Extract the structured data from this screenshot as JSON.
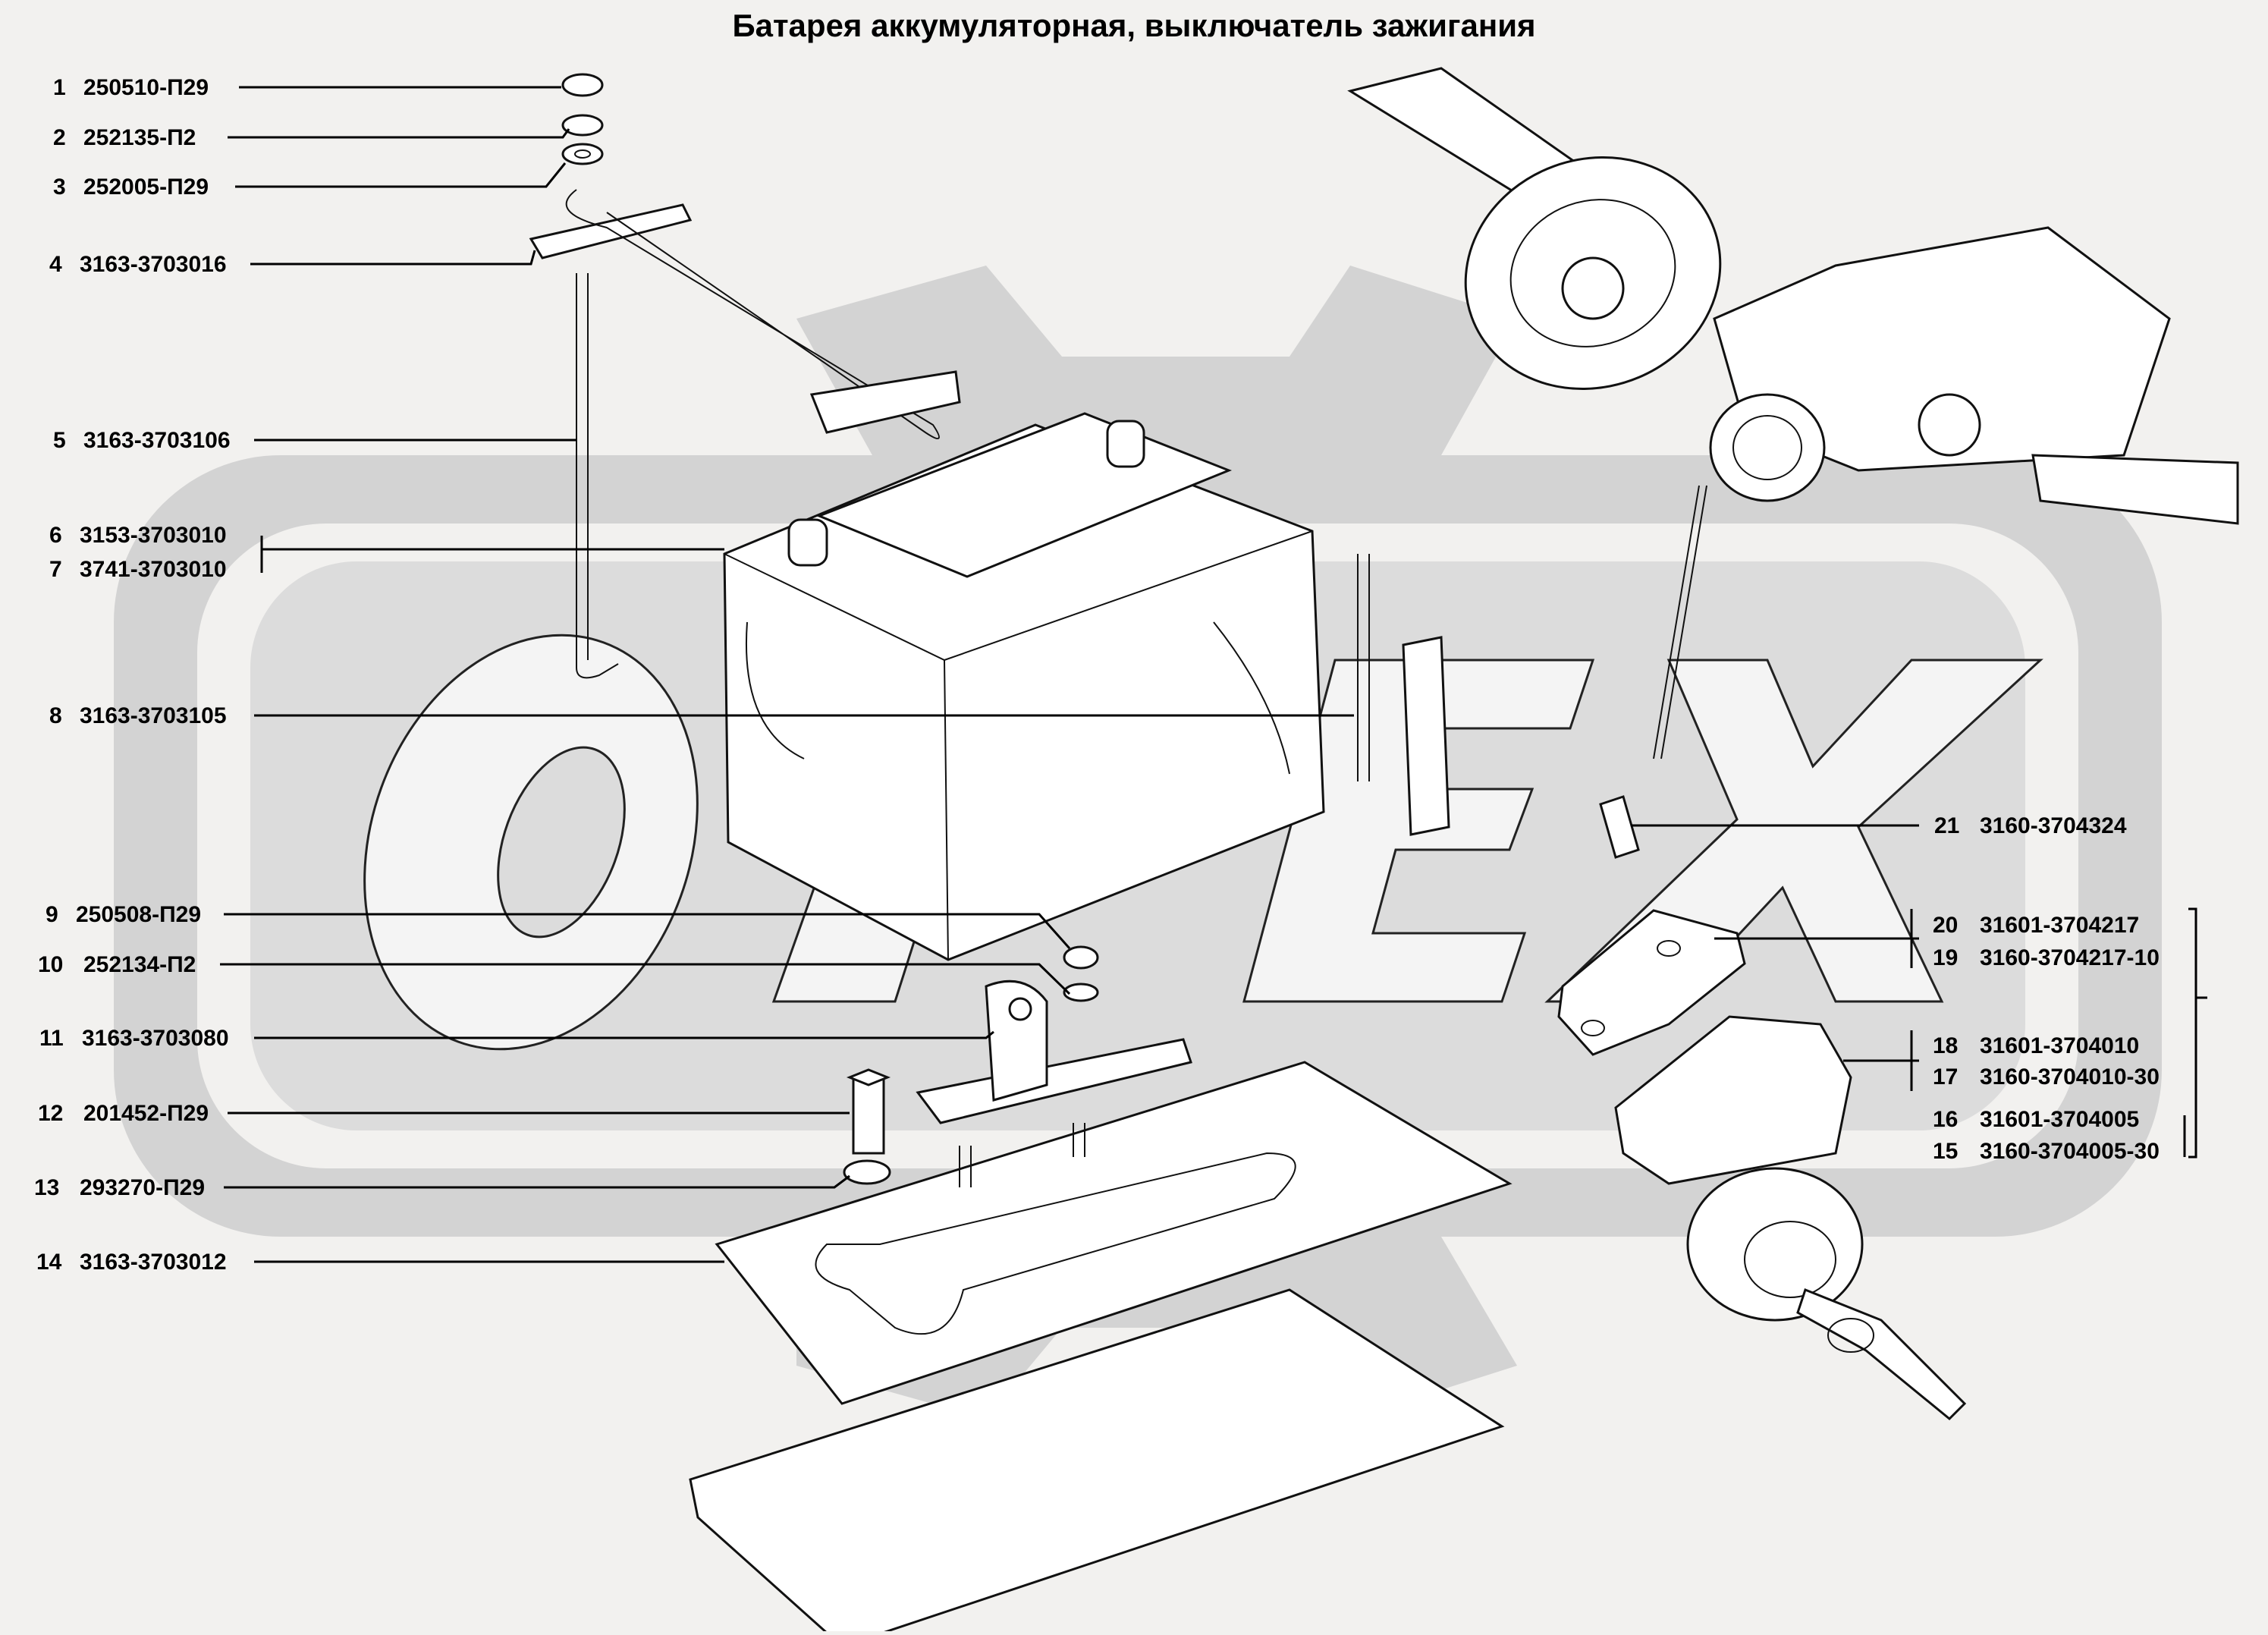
{
  "title": "Батарея аккумуляторная, выключатель зажигания",
  "watermark": {
    "text": "ОРЕХ",
    "color": "#cfcfcf"
  },
  "parts": [
    {
      "num": "1",
      "code": "250510-П29"
    },
    {
      "num": "2",
      "code": "252135-П2"
    },
    {
      "num": "3",
      "code": "252005-П29"
    },
    {
      "num": "4",
      "code": "3163-3703016"
    },
    {
      "num": "5",
      "code": "3163-3703106"
    },
    {
      "num": "6",
      "code": "3153-3703010"
    },
    {
      "num": "7",
      "code": "3741-3703010"
    },
    {
      "num": "8",
      "code": "3163-3703105"
    },
    {
      "num": "9",
      "code": "250508-П29"
    },
    {
      "num": "10",
      "code": "252134-П2"
    },
    {
      "num": "11",
      "code": "3163-3703080"
    },
    {
      "num": "12",
      "code": "201452-П29"
    },
    {
      "num": "13",
      "code": "293270-П29"
    },
    {
      "num": "14",
      "code": "3163-3703012"
    },
    {
      "num": "21",
      "code": "3160-3704324"
    },
    {
      "num": "20",
      "code": "31601-3704217"
    },
    {
      "num": "19",
      "code": "3160-3704217-10"
    },
    {
      "num": "18",
      "code": "31601-3704010"
    },
    {
      "num": "17",
      "code": "3160-3704010-30"
    },
    {
      "num": "16",
      "code": "31601-3704005"
    },
    {
      "num": "15",
      "code": "3160-3704005-30"
    }
  ]
}
